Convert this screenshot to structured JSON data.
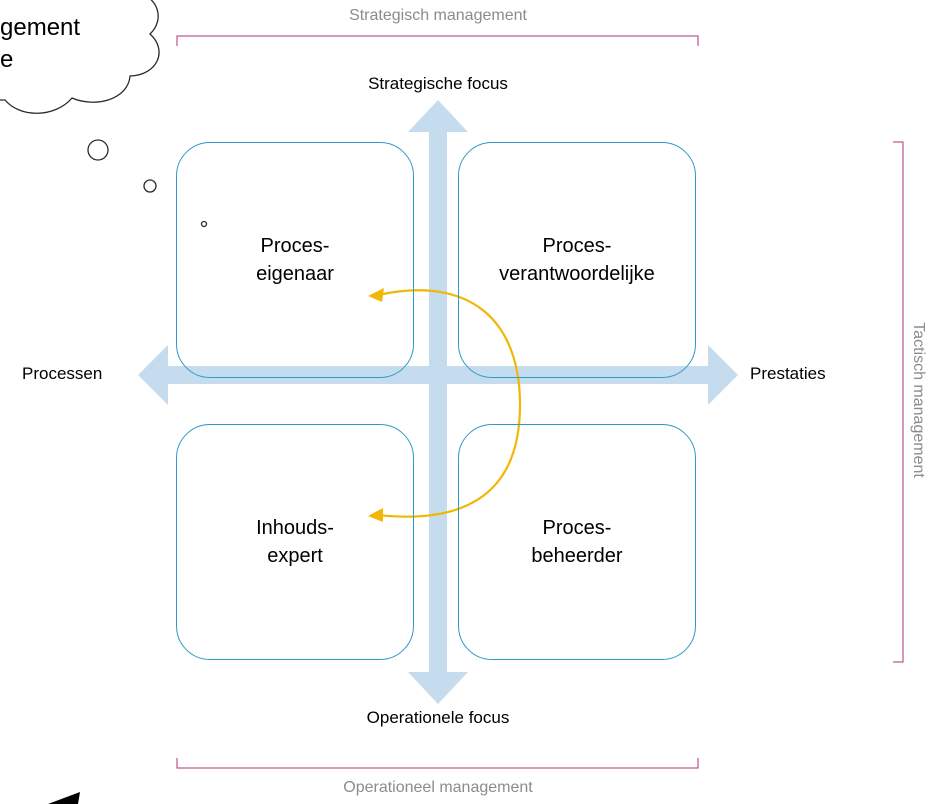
{
  "top_bracket_label": "Strategisch management",
  "bottom_bracket_label": "Operationeel management",
  "right_bracket_label": "Tactisch management",
  "axis": {
    "top": "Strategische focus",
    "bottom": "Operationele focus",
    "left": "Processen",
    "right": "Prestaties"
  },
  "quadrants": {
    "top_left": [
      "Proces-",
      "eigenaar"
    ],
    "top_right": [
      "Proces-",
      "verantwoordelijke"
    ],
    "bottom_left": [
      "Inhouds-",
      "expert"
    ],
    "bottom_right": [
      "Proces-",
      "beheerder"
    ]
  },
  "cloud": {
    "line1": "gement",
    "line2": "e"
  },
  "colors": {
    "box_border": "#2e9ac6",
    "axis_arrow": "#c5dcef",
    "curved_arrow": "#f2b705",
    "bracket": "#b0307a",
    "muted_text": "#8c8c8c"
  }
}
